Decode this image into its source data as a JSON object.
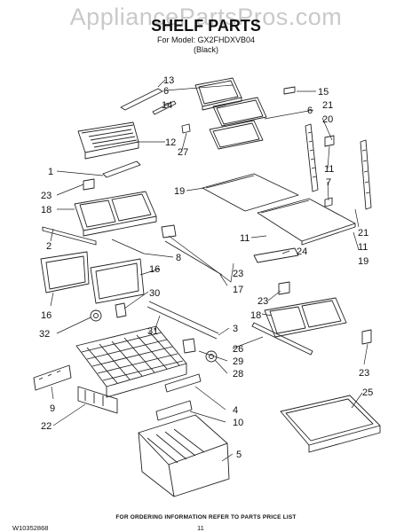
{
  "watermark": "AppliancePartsPros.com",
  "header": {
    "title": "SHELF PARTS",
    "model_line": "For Model: GX2FHDXVB04",
    "color_line": "(Black)"
  },
  "callouts": [
    "13",
    "6",
    "14",
    "12",
    "27",
    "15",
    "6",
    "21",
    "20",
    "11",
    "7",
    "1",
    "23",
    "18",
    "19",
    "2",
    "8",
    "11",
    "24",
    "21",
    "11",
    "19",
    "16",
    "16",
    "23",
    "17",
    "30",
    "23",
    "18",
    "32",
    "31",
    "3",
    "26",
    "29",
    "28",
    "23",
    "25",
    "9",
    "22",
    "4",
    "10",
    "5"
  ],
  "footer": {
    "ordering_note": "FOR ORDERING INFORMATION REFER TO PARTS PRICE LIST",
    "doc_number": "W10352868",
    "page_number": "11"
  }
}
